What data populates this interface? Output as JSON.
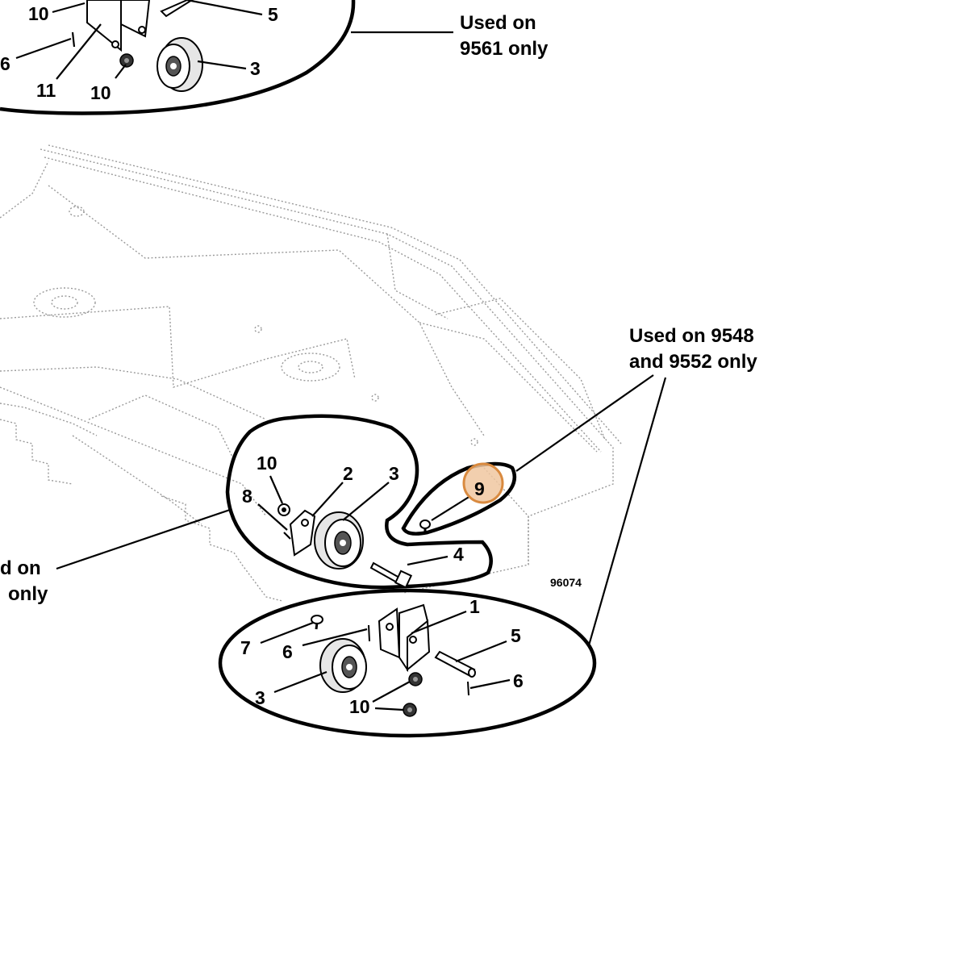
{
  "diagram": {
    "drawing_number": "96074",
    "notes": {
      "top_right_line1": "Used on",
      "top_right_line2": "9561 only",
      "middle_right_line1": "Used on 9548",
      "middle_right_line2": "and 9552 only",
      "left_line1": "d on",
      "left_line2": "only"
    },
    "callouts": {
      "top_10a": "10",
      "top_5": "5",
      "top_6": "6",
      "top_11": "11",
      "top_10b": "10",
      "top_3": "3",
      "mid_10": "10",
      "mid_2": "2",
      "mid_3": "3",
      "mid_8": "8",
      "mid_9": "9",
      "mid_4": "4",
      "bot_1": "1",
      "bot_5": "5",
      "bot_7": "7",
      "bot_6a": "6",
      "bot_6b": "6",
      "bot_3": "3",
      "bot_10": "10"
    },
    "highlight_color": "#f0c7a0",
    "highlight_stroke": "#d98a3f"
  }
}
